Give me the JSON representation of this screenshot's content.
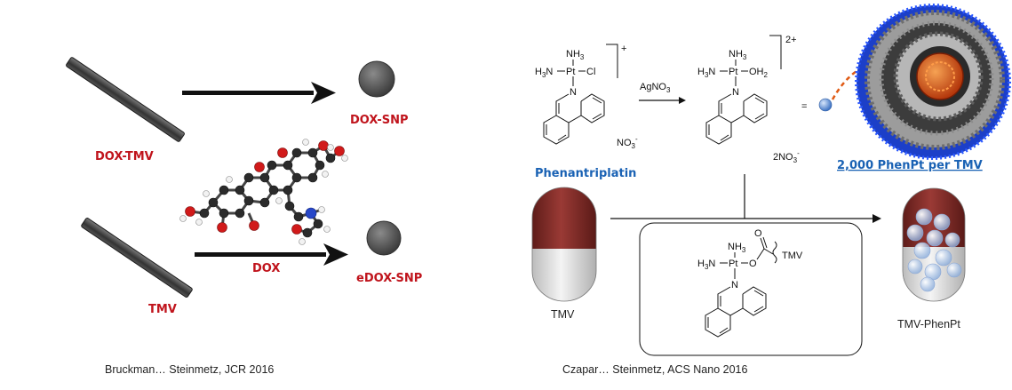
{
  "colors": {
    "red_label": "#c0141c",
    "blue_label": "#1a62b4",
    "capsule_top": "#8e2f2b",
    "arrow": "#111111",
    "sphere": "#5a5a5a",
    "particle": "#5b8fd6"
  },
  "left_panel": {
    "dox_tmv_label": "DOX-TMV",
    "dox_snp_label": "DOX-SNP",
    "tmv_label": "TMV",
    "dox_label": "DOX",
    "edox_snp_label": "eDOX-SNP",
    "citation": "Bruckman… Steinmetz, JCR 2016"
  },
  "right_panel": {
    "pt_nh3": "NH",
    "pt_h3n": "H",
    "pt_symbol": "Pt",
    "pt_cl": "Cl",
    "pt_n": "N",
    "charge_plus": "+",
    "nitrate": "NO",
    "nitrate_sup": "-",
    "reagent": "AgNO",
    "reagent_sub": "3",
    "aqua_oh2": "OH",
    "charge_2plus": "2+",
    "nitrate2": "2NO",
    "equals": "=",
    "phenantriplatin_label": "Phenantriplatin",
    "per_tmv_label": "2,000 PhenPt per TMV",
    "tmv_caption": "TMV",
    "tmv_phenpt_caption": "TMV-PhenPt",
    "box_o": "O",
    "box_tmv": "TMV",
    "sub3": "3",
    "sub2": "2",
    "citation": "Czapar… Steinmetz, ACS Nano 2016"
  }
}
